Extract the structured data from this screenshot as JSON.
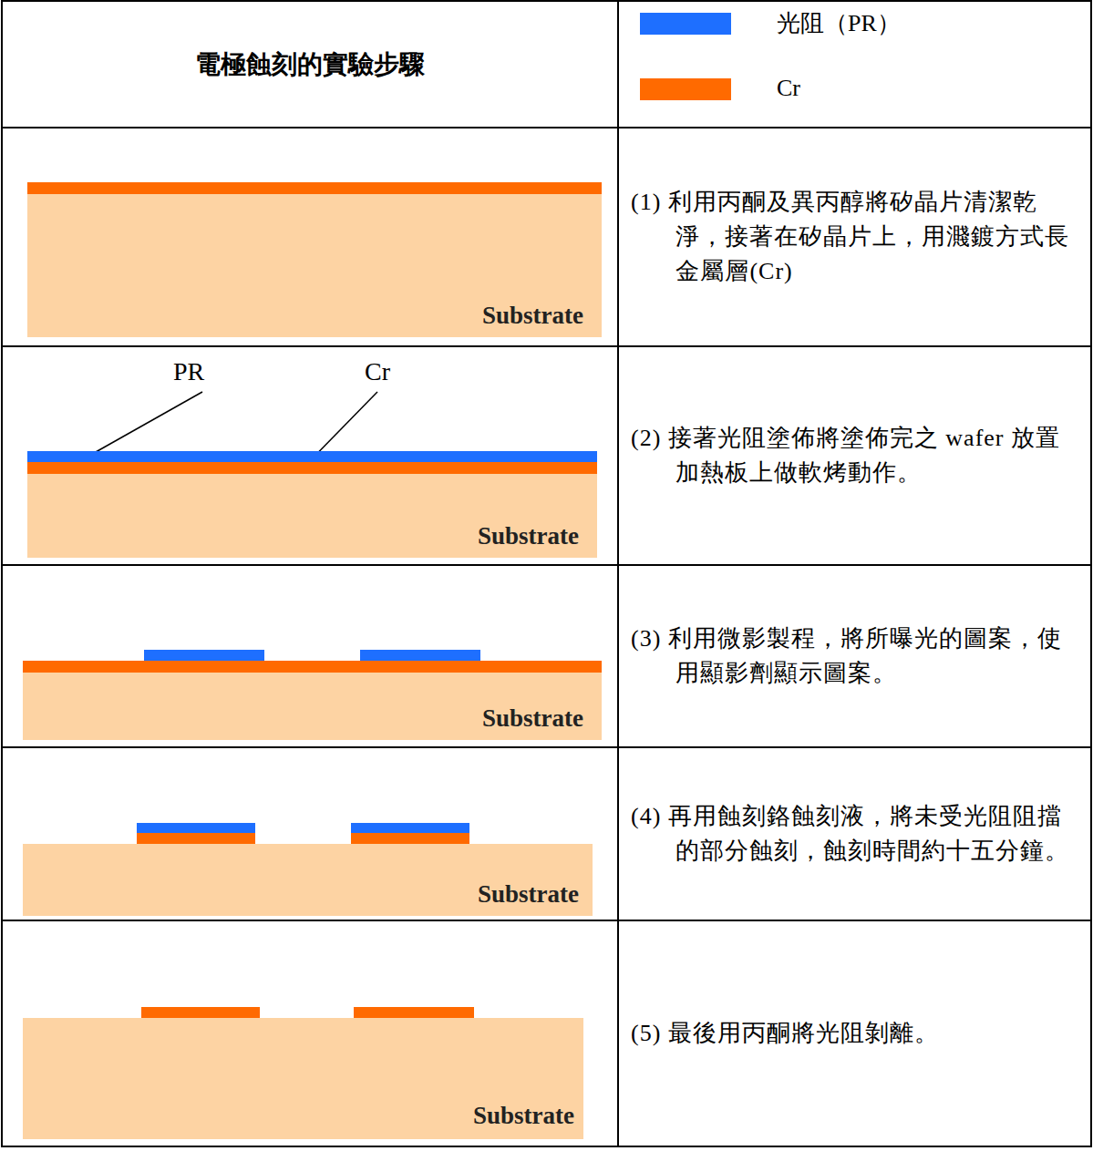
{
  "diagram": {
    "title": "電極蝕刻的實驗步驟",
    "labels": [
      "Substrate",
      "(1) 利用丙酮及異丙醇將矽晶片清潔乾淨，接著在矽晶片上，用濺鍍方式長金屬層(Cr)",
      "PR",
      "Cr",
      "Substrate",
      "(2) 接著光阻塗佈將塗佈完之 wafer 放置加熱板上做軟烤動作。",
      "Substrate",
      "(3) 利用微影製程，將所曝光的圖案，使用顯影劑顯示圖案。",
      "Substrate",
      "(4) 再用蝕刻鉻蝕刻液，將未受光阻阻擋的部分蝕刻，蝕刻時間約十五分鐘。",
      "Substrate",
      "(5) 最後用丙酮將光阻剝離。"
    ],
    "legend": [
      {
        "text": "光阻（PR）",
        "color": "#1e6fff"
      },
      {
        "text": "Cr",
        "color": "#ff6a00"
      }
    ]
  }
}
